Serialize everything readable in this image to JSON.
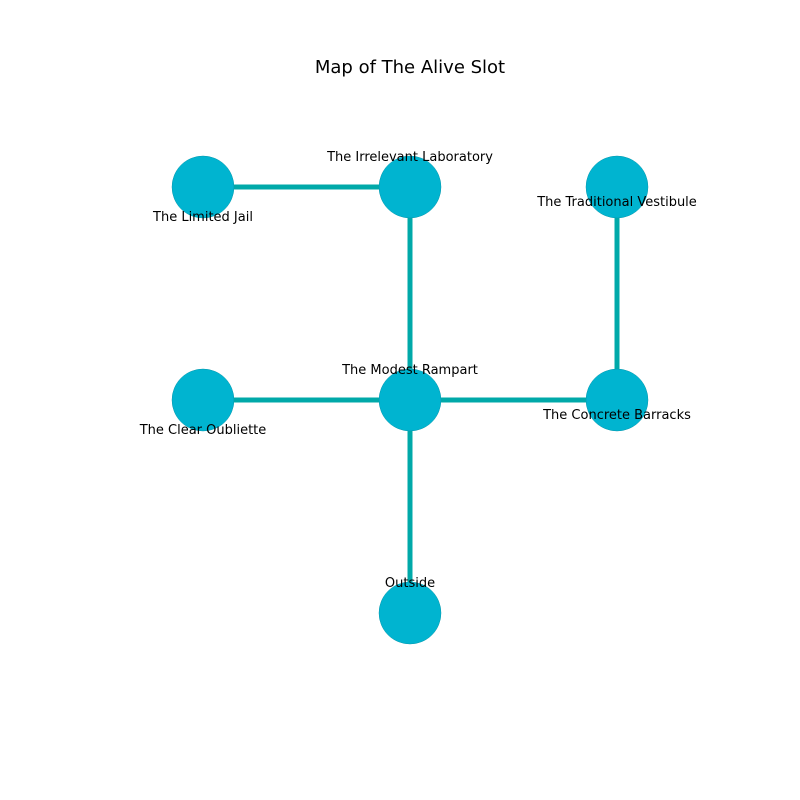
{
  "title": "Map of The Alive Slot",
  "colors": {
    "node_fill": "#00b4d0",
    "node_stroke": "#0898ad",
    "edge": "#00a9a9"
  },
  "nodes": [
    {
      "id": "limited-jail",
      "label": "The Limited Jail"
    },
    {
      "id": "irrelevant-laboratory",
      "label": "The Irrelevant Laboratory"
    },
    {
      "id": "traditional-vestibule",
      "label": "The Traditional Vestibule"
    },
    {
      "id": "clear-oubliette",
      "label": "The Clear Oubliette"
    },
    {
      "id": "modest-rampart",
      "label": "The Modest Rampart"
    },
    {
      "id": "concrete-barracks",
      "label": "The Concrete Barracks"
    },
    {
      "id": "outside",
      "label": "Outside"
    }
  ],
  "edges": [
    {
      "from": "limited-jail",
      "to": "irrelevant-laboratory"
    },
    {
      "from": "irrelevant-laboratory",
      "to": "modest-rampart"
    },
    {
      "from": "traditional-vestibule",
      "to": "concrete-barracks"
    },
    {
      "from": "clear-oubliette",
      "to": "modest-rampart"
    },
    {
      "from": "modest-rampart",
      "to": "concrete-barracks"
    },
    {
      "from": "modest-rampart",
      "to": "outside"
    }
  ]
}
